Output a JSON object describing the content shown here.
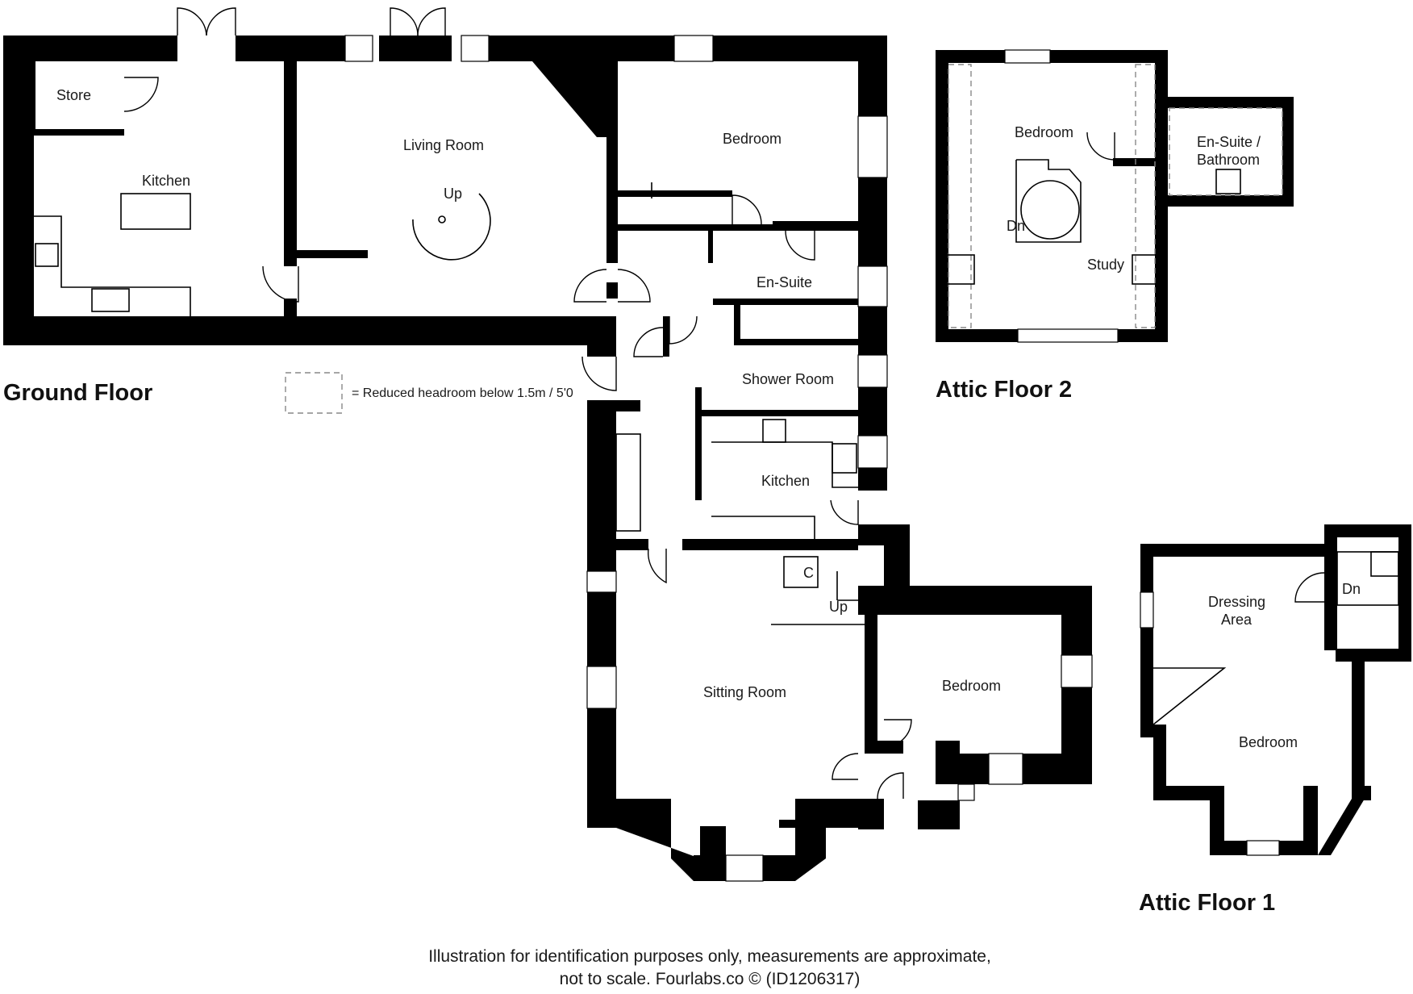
{
  "floors": {
    "ground": "Ground Floor",
    "attic2": "Attic Floor 2",
    "attic1": "Attic Floor 1"
  },
  "rooms": {
    "store": "Store",
    "kitchen_ground": "Kitchen",
    "living_room": "Living Room",
    "living_stairs": "Up",
    "bedroom_1": "Bedroom",
    "en_suite": "En-Suite",
    "shower_room": "Shower Room",
    "kitchen_2": "Kitchen",
    "cupboard": "C",
    "sitting_stairs": "Up",
    "sitting_room": "Sitting Room",
    "bedroom_2": "Bedroom",
    "attic2_bedroom": "Bedroom",
    "attic2_ensuite_line1": "En-Suite /",
    "attic2_ensuite_line2": "Bathroom",
    "attic2_stairs": "Dn",
    "attic2_study": "Study",
    "attic1_dressing_line1": "Dressing",
    "attic1_dressing_line2": "Area",
    "attic1_stairs": "Dn",
    "attic1_bedroom": "Bedroom"
  },
  "legend": {
    "text": "= Reduced headroom below 1.5m / 5'0"
  },
  "footer": {
    "line1": "Illustration for identification purposes only, measurements are approximate,",
    "line2": "not to scale. Fourlabs.co © (ID1206317)"
  },
  "colors": {
    "wall": "#000000",
    "background": "#ffffff",
    "dashed_outline": "#888888"
  }
}
